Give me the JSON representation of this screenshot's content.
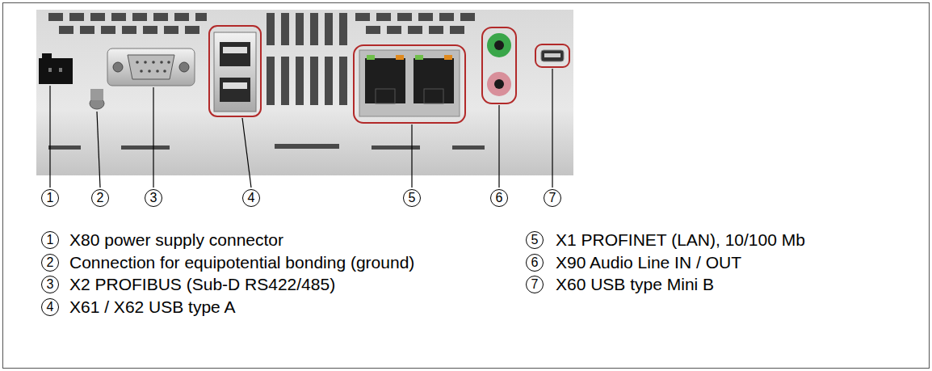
{
  "diagram": {
    "nodes": [
      {
        "text": [
          "1"
        ]
      },
      {
        "text": [
          "2"
        ]
      },
      {
        "text": [
          "3"
        ]
      },
      {
        "text": [
          "4"
        ]
      },
      {
        "text": [
          "5"
        ]
      },
      {
        "text": [
          "6"
        ]
      },
      {
        "text": [
          "7"
        ]
      },
      {
        "text": [
          "1"
        ]
      },
      {
        "text": [
          "2"
        ]
      },
      {
        "text": [
          "3"
        ]
      },
      {
        "text": [
          "4"
        ]
      },
      {
        "text": [
          "5"
        ]
      },
      {
        "text": [
          "6"
        ]
      },
      {
        "text": [
          "7"
        ]
      }
    ],
    "labels": [
      "X80 power supply connector",
      "Connection for equipotential bonding (ground)",
      "X2 PROFIBUS (Sub-D RS422/485)",
      "X61 / X62 USB type A",
      "X1 PROFINET (LAN), 10/100 Mb",
      "X90 Audio Line IN / OUT",
      "X60 USB type Mini B"
    ]
  }
}
